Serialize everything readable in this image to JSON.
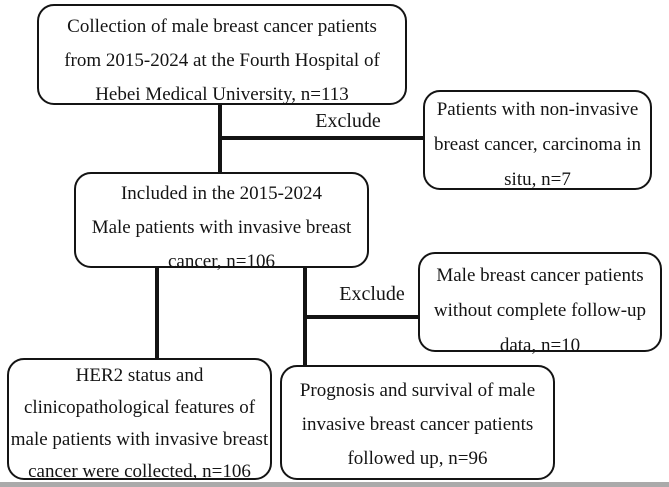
{
  "figure": {
    "type": "flowchart",
    "background_color": "#ffffff",
    "stroke_color": "#141414",
    "bottom_edge_color": "#aaaaaa",
    "nodes": [
      {
        "id": "collection",
        "lines": [
          "Collection of male breast cancer patients",
          "from 2015-2024 at the Fourth Hospital of",
          "Hebei Medical University, n=113"
        ]
      },
      {
        "id": "non-invasive-excluded",
        "lines": [
          "Patients with non-invasive",
          "breast cancer, carcinoma in",
          "situ, n=7"
        ]
      },
      {
        "id": "included",
        "lines": [
          "Included in the 2015-2024",
          "Male patients with invasive breast",
          "cancer, n=106"
        ]
      },
      {
        "id": "followup-excluded",
        "lines": [
          "Male breast cancer patients",
          "without complete follow-up",
          "data, n=10"
        ]
      },
      {
        "id": "her2-collected",
        "lines": [
          "HER2 status and",
          "clinicopathological features of",
          "male patients with invasive breast",
          "cancer were collected, n=106"
        ]
      },
      {
        "id": "prognosis-followed",
        "lines": [
          "Prognosis and survival of male",
          "invasive breast cancer patients",
          "followed up, n=96"
        ]
      }
    ],
    "edge_labels": [
      "Exclude",
      "Exclude"
    ]
  }
}
